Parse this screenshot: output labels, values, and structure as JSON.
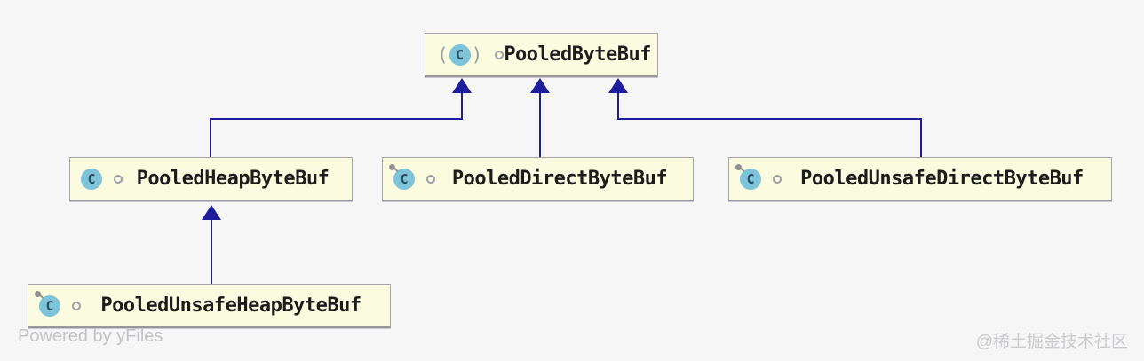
{
  "theme": {
    "bg": "#f6f6f7",
    "node-fill": "#fbfbdf",
    "node-border": "#a6a6aa",
    "node-border-dark": "#97979c",
    "edge-color": "#1c1c9c",
    "icon-fill": "#7dc4d8",
    "icon-letter-color": "#2c4e63",
    "text-color": "#1c1c1c",
    "muted-text": "#c3c3c5",
    "watermark-text": "#cbcbcd"
  },
  "icons": {
    "class_letter": "C",
    "abstract_open": "(",
    "abstract_close": ")"
  },
  "nodes": [
    {
      "label": "PooledByteBuf",
      "kind": "abstract class"
    },
    {
      "label": "PooledHeapByteBuf",
      "kind": "class"
    },
    {
      "label": "PooledDirectByteBuf",
      "kind": "final class"
    },
    {
      "label": "PooledUnsafeDirectByteBuf",
      "kind": "final class"
    },
    {
      "label": "PooledUnsafeHeapByteBuf",
      "kind": "final class"
    }
  ],
  "edges": [
    {
      "from": "PooledHeapByteBuf",
      "to": "PooledByteBuf",
      "type": "inheritance"
    },
    {
      "from": "PooledDirectByteBuf",
      "to": "PooledByteBuf",
      "type": "inheritance"
    },
    {
      "from": "PooledUnsafeDirectByteBuf",
      "to": "PooledByteBuf",
      "type": "inheritance"
    },
    {
      "from": "PooledUnsafeHeapByteBuf",
      "to": "PooledHeapByteBuf",
      "type": "inheritance"
    }
  ],
  "footer": {
    "powered_by": "Powered by yFiles",
    "watermark": "@稀土掘金技术社区"
  }
}
